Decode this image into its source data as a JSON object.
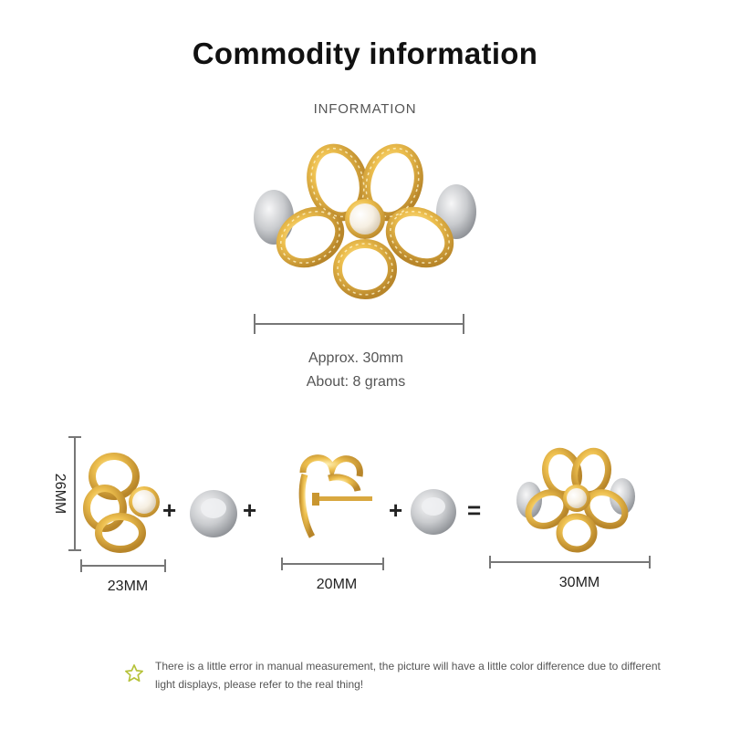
{
  "header": {
    "title": "Commodity information",
    "subtitle": "INFORMATION"
  },
  "specs": {
    "size": "Approx. 30mm",
    "weight": "About: 8 grams"
  },
  "components": {
    "flower_height": "26MM",
    "flower_width": "23MM",
    "side_width": "20MM",
    "assembled_width": "30MM",
    "plus_1": "+",
    "plus_2": "+",
    "plus_3": "+",
    "equals": "="
  },
  "note": {
    "text": "There is a little error in manual measurement, the picture will have a little color difference due to different light displays, please refer to the real thing!"
  },
  "colors": {
    "gold": "#e8b73e",
    "gold_dark": "#b8862a",
    "silver": "#c9cbce",
    "star": "#b6c23a"
  },
  "icons": {
    "note_icon": "star-outline-icon"
  }
}
